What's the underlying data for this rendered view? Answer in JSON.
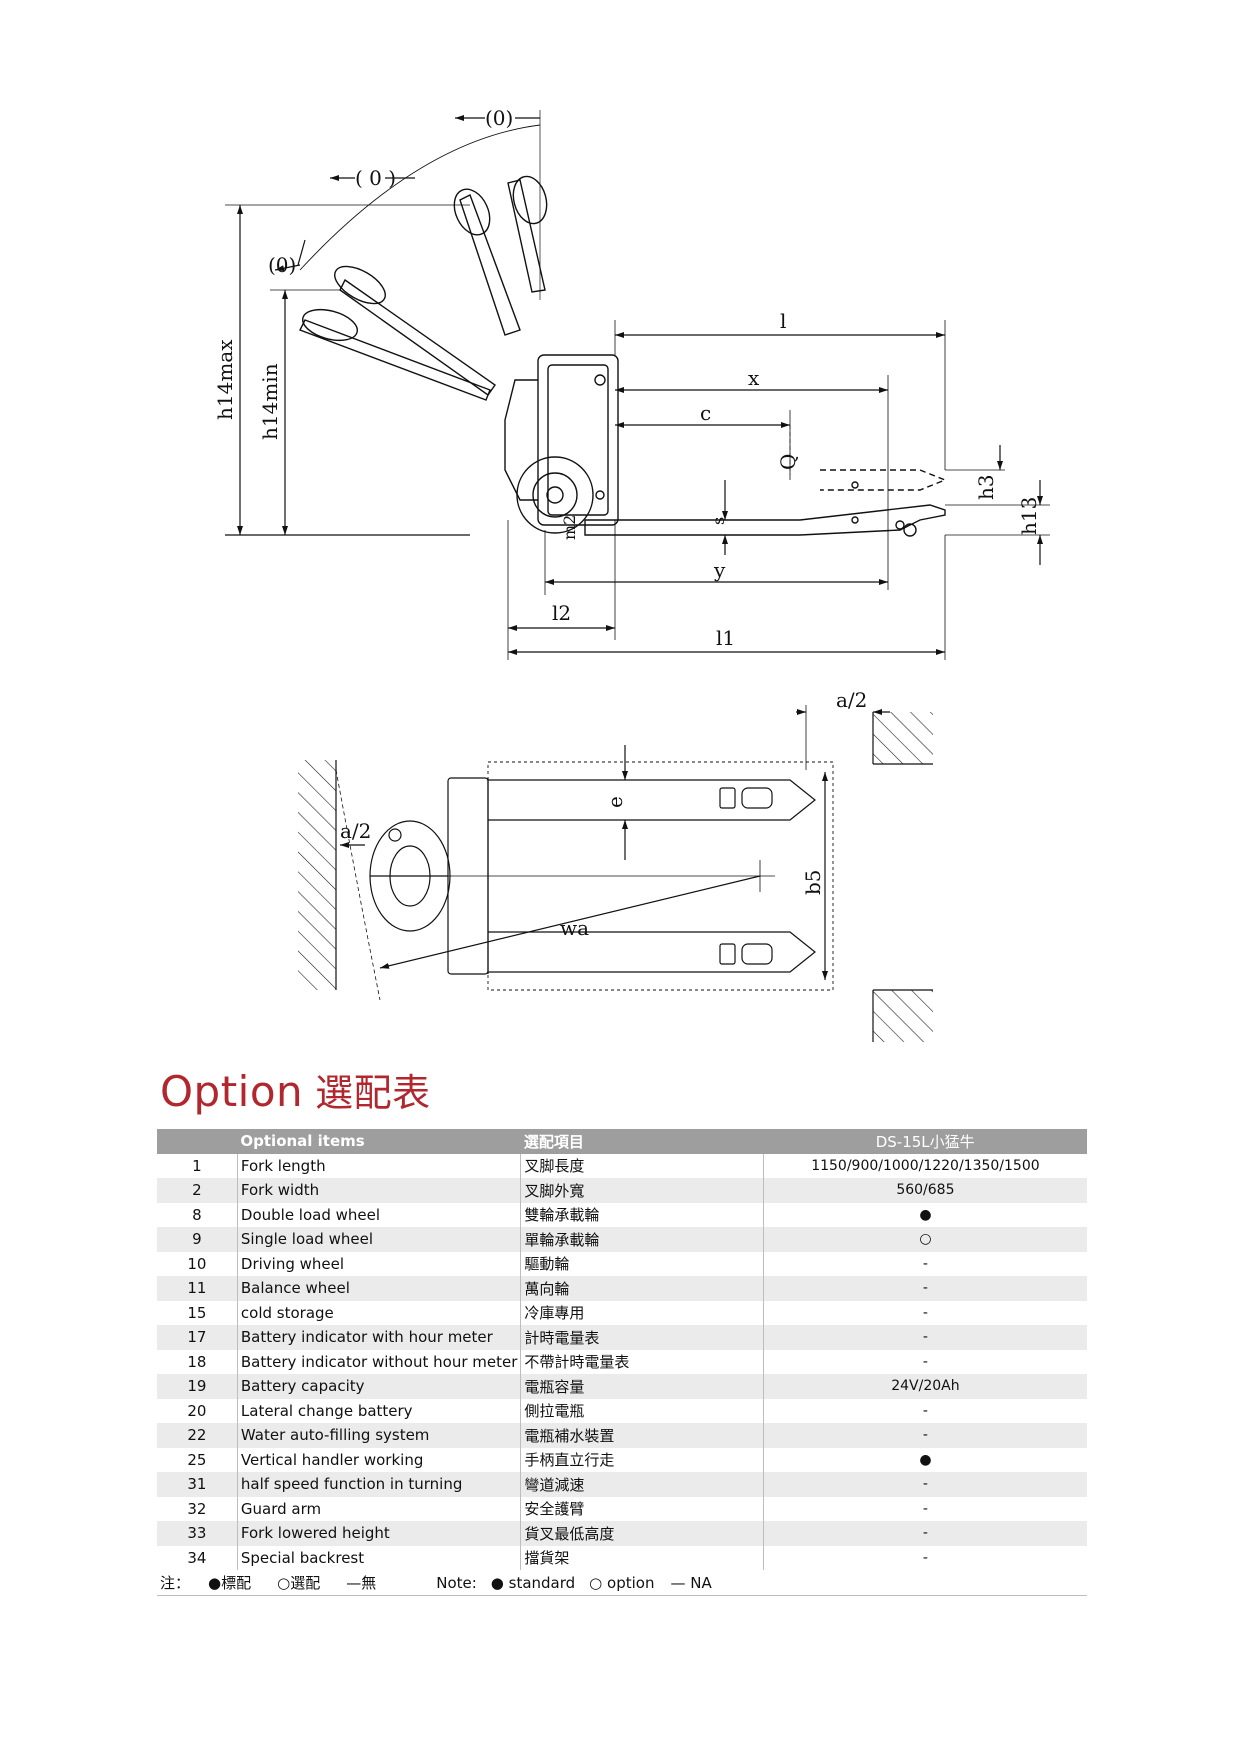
{
  "drawing": {
    "labels": {
      "angle_top": "(0)",
      "angle_mid": "( 0 )",
      "angle_low": "(0)",
      "h14max": "h14max",
      "h14min": "h14min",
      "l": "l",
      "x": "x",
      "c": "c",
      "Q": "Q",
      "h3": "h3",
      "h13": "h13",
      "s": "s",
      "m2": "m2",
      "y": "y",
      "l2": "l2",
      "l1": "l1",
      "a2_top": "a/2",
      "a2_left": "a/2",
      "e": "e",
      "b5": "b5",
      "wa": "wa"
    }
  },
  "section": {
    "title_en": "Option",
    "title_zh": "選配表"
  },
  "table": {
    "header": {
      "no": "",
      "en": "Optional items",
      "zh": "選配項目",
      "model": "DS-15L小猛牛"
    },
    "rows": [
      {
        "no": "1",
        "en": "Fork length",
        "zh": "叉脚長度",
        "val": "1150/900/1000/1220/1350/1500"
      },
      {
        "no": "2",
        "en": "Fork width",
        "zh": "叉脚外寬",
        "val": "560/685"
      },
      {
        "no": "8",
        "en": "Double load wheel",
        "zh": "雙輪承載輪",
        "val": "●"
      },
      {
        "no": "9",
        "en": "Single load wheel",
        "zh": "單輪承載輪",
        "val": "○"
      },
      {
        "no": "10",
        "en": "Driving wheel",
        "zh": "驅動輪",
        "val": "-"
      },
      {
        "no": "11",
        "en": "Balance wheel",
        "zh": "萬向輪",
        "val": "-"
      },
      {
        "no": "15",
        "en": "cold storage",
        "zh": "冷庫專用",
        "val": "-"
      },
      {
        "no": "17",
        "en": "Battery indicator with hour meter",
        "zh": "計時電量表",
        "val": "-"
      },
      {
        "no": "18",
        "en": "Battery indicator without hour meter",
        "zh": "不帶計時電量表",
        "val": "-"
      },
      {
        "no": "19",
        "en": "Battery capacity",
        "zh": "電瓶容量",
        "val": "24V/20Ah"
      },
      {
        "no": "20",
        "en": "Lateral change battery",
        "zh": "側拉電瓶",
        "val": "-"
      },
      {
        "no": "22",
        "en": "Water auto-filling system",
        "zh": "電瓶補水裝置",
        "val": "-"
      },
      {
        "no": "25",
        "en": "Vertical handler working",
        "zh": "手柄直立行走",
        "val": "●"
      },
      {
        "no": "31",
        "en": "half speed function in turning",
        "zh": "彎道減速",
        "val": "-"
      },
      {
        "no": "32",
        "en": "Guard arm",
        "zh": "安全護臂",
        "val": "-"
      },
      {
        "no": "33",
        "en": "Fork lowered height",
        "zh": "貨叉最低高度",
        "val": "-"
      },
      {
        "no": "34",
        "en": "Special backrest",
        "zh": "擋貨架",
        "val": "-"
      }
    ],
    "note": {
      "prefix_zh": "注：",
      "std_zh": "●標配",
      "opt_zh": "○選配",
      "na_zh": "—無",
      "prefix_en": "Note:",
      "std_en": "● standard",
      "opt_en": "○ option",
      "na_en": "— NA"
    }
  }
}
